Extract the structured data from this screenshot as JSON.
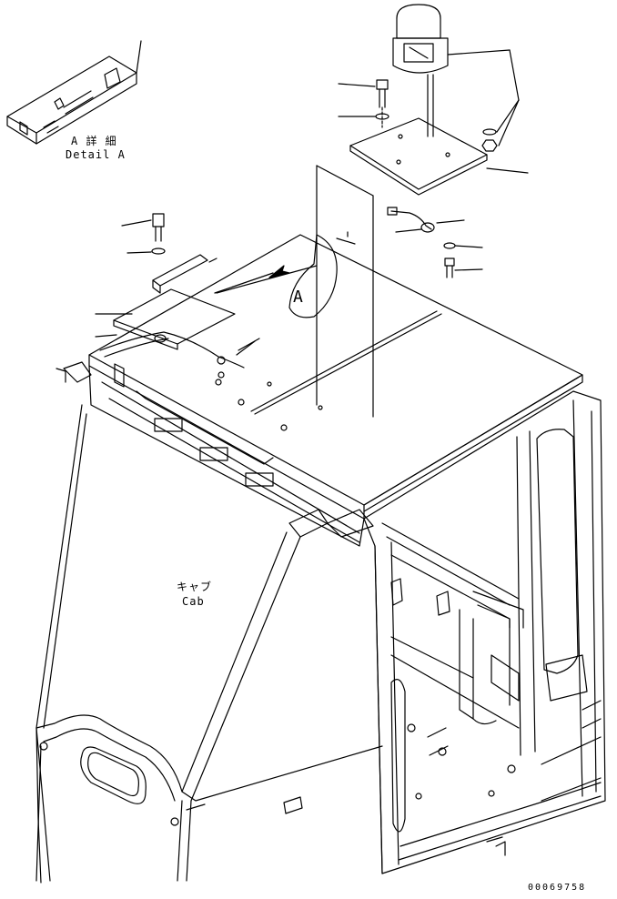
{
  "labels": {
    "detail_jp": "A 詳 細",
    "detail_en": "Detail A",
    "cab_jp": "キャブ",
    "cab_en": "Cab",
    "callout_a": "A"
  },
  "drawing_number": "00069758",
  "colors": {
    "line": "#000000",
    "background": "#ffffff"
  }
}
